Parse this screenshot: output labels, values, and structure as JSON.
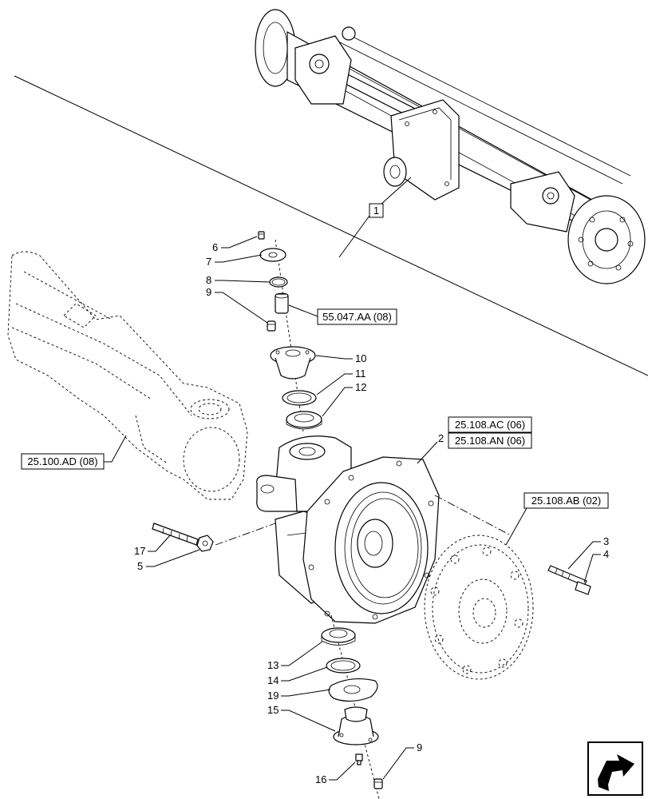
{
  "callouts": {
    "c1": "1",
    "c2": "2",
    "c3": "3",
    "c4": "4",
    "c5": "5",
    "c6": "6",
    "c7": "7",
    "c8": "8",
    "c9a": "9",
    "c9b": "9",
    "c10": "10",
    "c11": "11",
    "c12": "12",
    "c13": "13",
    "c14": "14",
    "c15": "15",
    "c16": "16",
    "c17": "17",
    "c19": "19"
  },
  "references": {
    "ref_55047": "55.047.AA (08)",
    "ref_25108ac": "25.108.AC (06)",
    "ref_25108an": "25.108.AN (06)",
    "ref_25108ab": "25.108.AB (02)",
    "ref_25100ad": "25.100.AD (08)"
  },
  "icons": {
    "nav": "next-page-arrow-icon"
  },
  "colors": {
    "line": "#000000",
    "background": "#ffffff"
  }
}
